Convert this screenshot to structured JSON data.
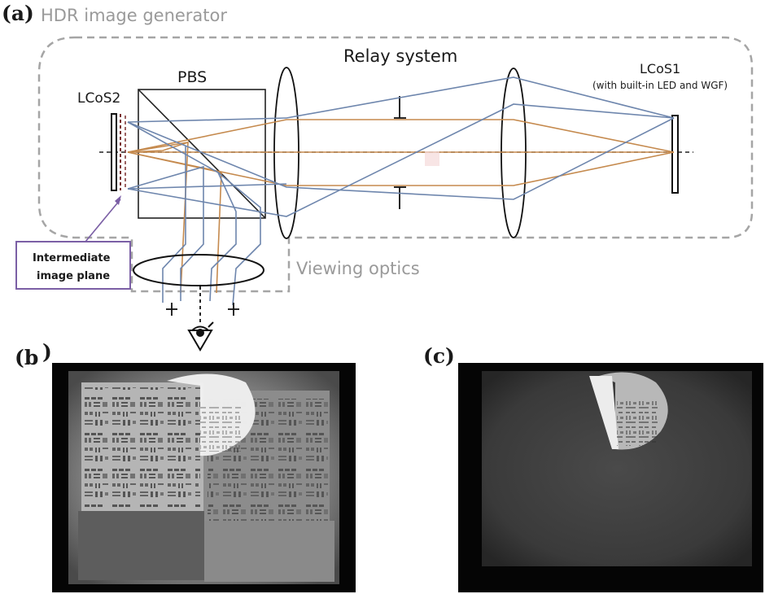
{
  "panel_a": {
    "letter": "(a)",
    "title": "HDR image generator",
    "relay_label": "Relay system",
    "pbs_label": "PBS",
    "lcos2_label": "LCoS2",
    "lcos1_label": "LCoS1",
    "lcos1_note": "(with built-in LED and WGF)",
    "callout_line1": "Intermediate",
    "callout_line2": "image plane",
    "viewing_label": "Viewing optics"
  },
  "panel_b": {
    "letter": "(b",
    "bracket": ")"
  },
  "panel_c": {
    "letter": "(c)"
  },
  "colors": {
    "orange_ray": "#c58a4e",
    "blue_ray": "#6e86ad",
    "grey_dash": "#a5a5a5",
    "callout_border": "#7b5fa5"
  }
}
